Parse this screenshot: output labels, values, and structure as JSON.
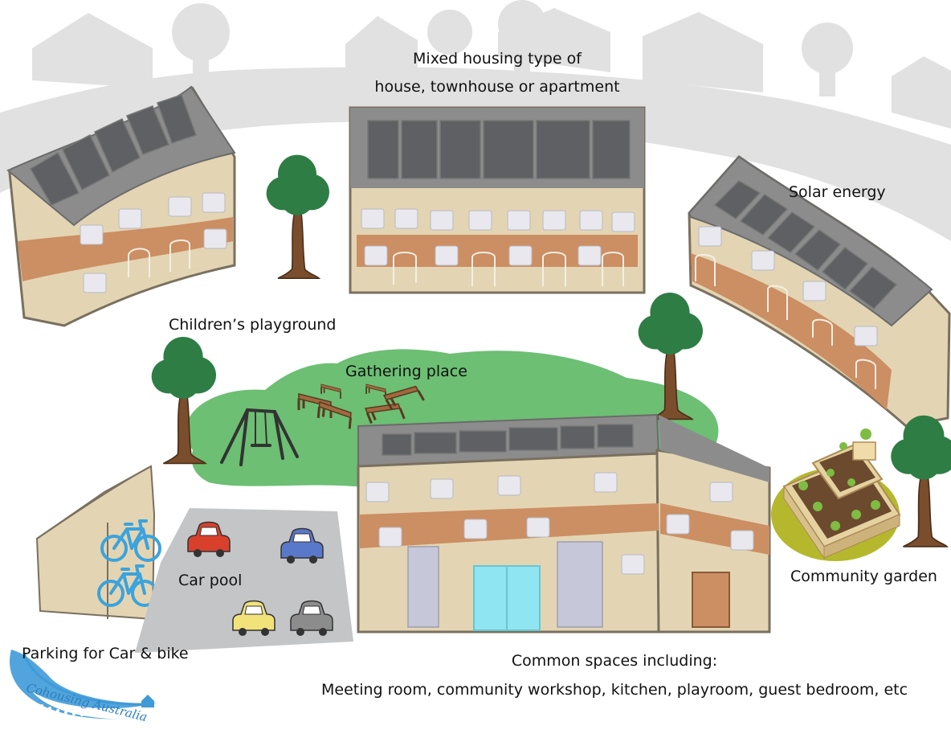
{
  "labels": {
    "housing_line1": "Mixed housing type of",
    "housing_line2": "house, townhouse or apartment",
    "solar": "Solar energy",
    "playground": "Children’s playground",
    "gathering": "Gathering place",
    "car_pool": "Car pool",
    "parking": "Parking for Car & bike",
    "garden": "Community garden",
    "common_line1": "Common spaces including:",
    "common_line2": "Meeting room, community workshop, kitchen, playroom, guest bedroom, etc"
  },
  "logo": {
    "text": "Cohousing Australia"
  },
  "colors": {
    "background_silhouette": "#e0e1e0",
    "wall": "#e3d5b3",
    "band": "#cc8e63",
    "roof": "#8c8c8c",
    "solar_panel": "#5f6063",
    "grass": "#6cbf73",
    "tree_canopy": "#2e7d45",
    "trunk": "#7a4e2d",
    "car_park": "#c3c5c7",
    "glass_door": "#8fe6f2",
    "bike": "#3ba3dd",
    "logo_blue": "#3f9ad8"
  }
}
